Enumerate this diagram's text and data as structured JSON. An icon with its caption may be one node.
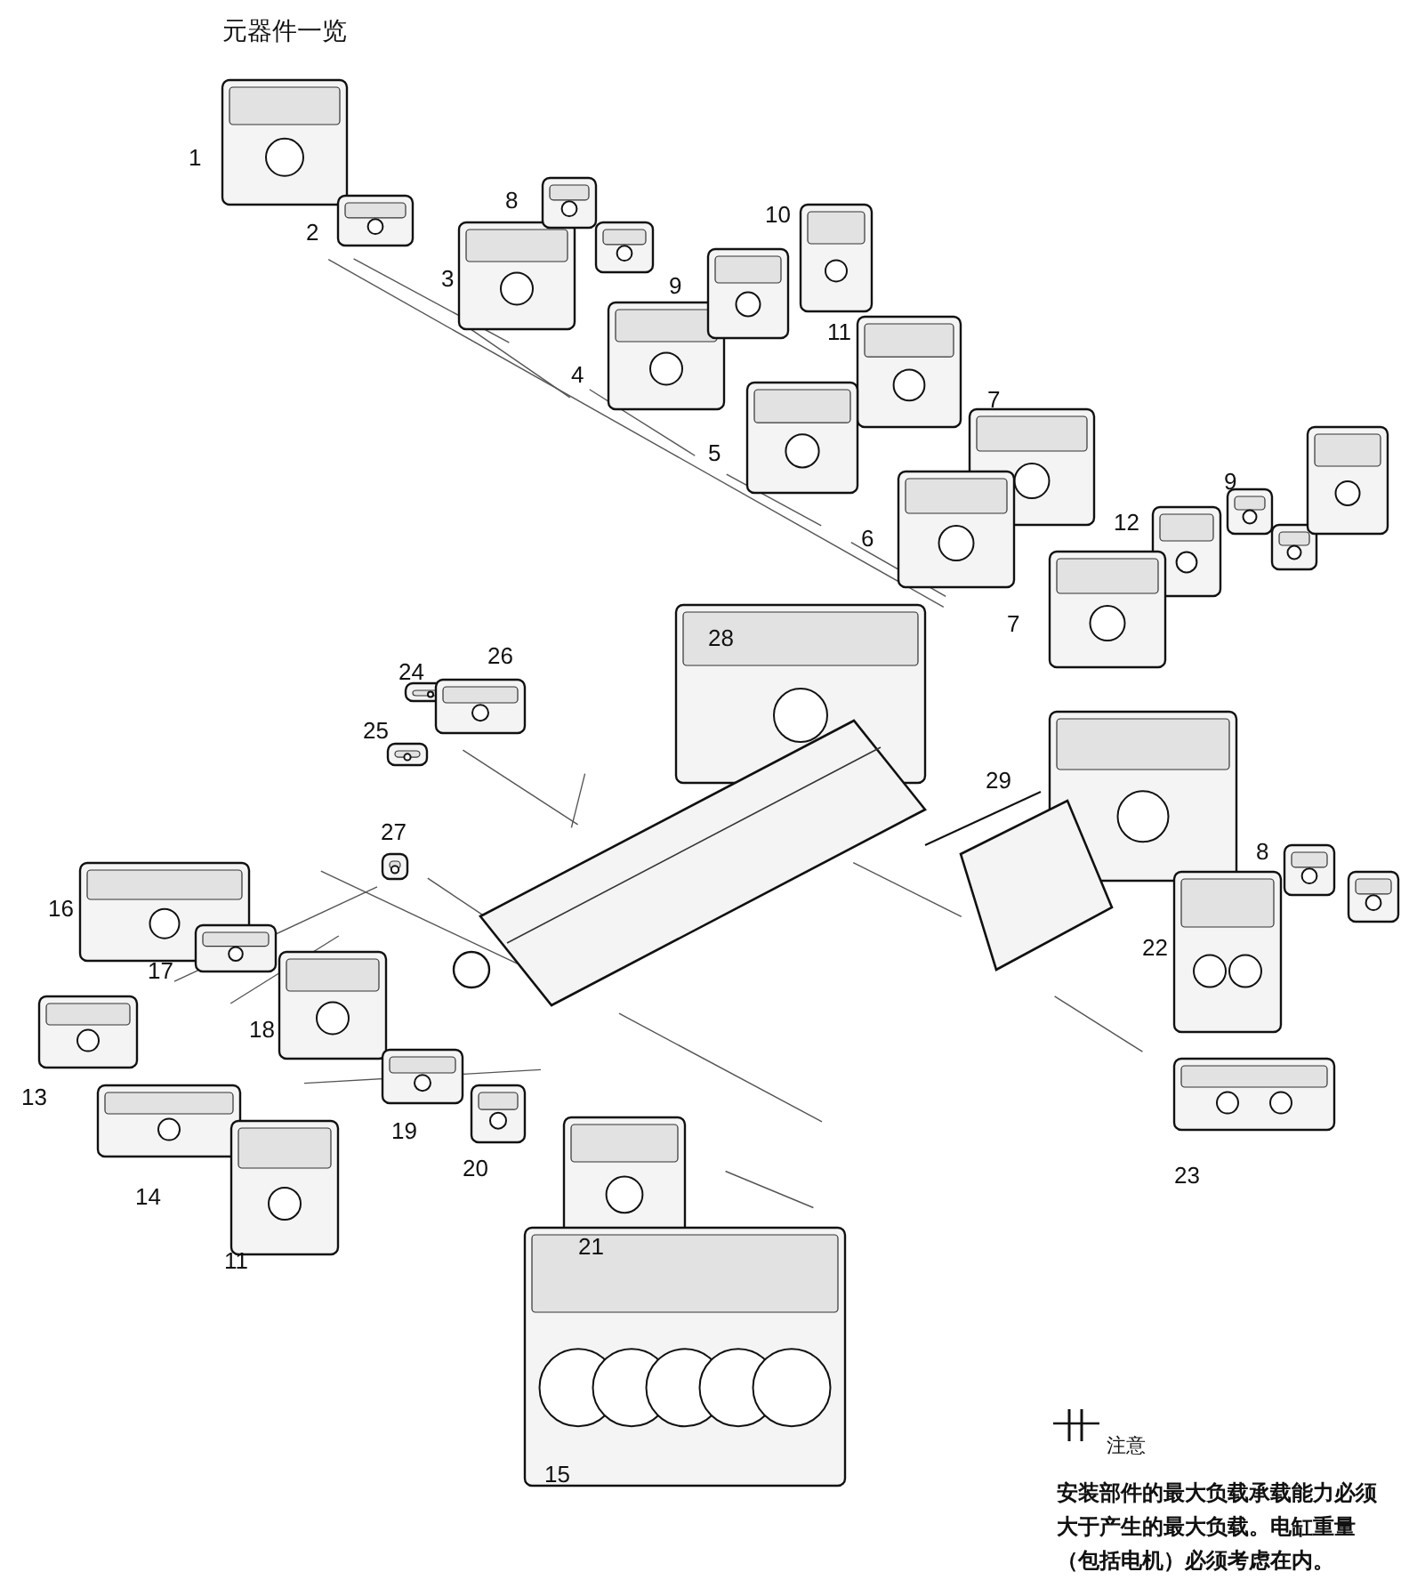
{
  "diagram": {
    "title": "元器件一览",
    "labels": [
      "1",
      "10",
      "8",
      "2",
      "9",
      "3",
      "11",
      "4",
      "7",
      "5",
      "9",
      "6",
      "12",
      "7",
      "28",
      "26",
      "24",
      "25",
      "29",
      "27",
      "8",
      "16",
      "22",
      "17",
      "18",
      "13",
      "19",
      "20",
      "23",
      "14",
      "21",
      "11",
      "15",
      "注意",
      "安装部件的最大负载承载能力必须大于产生的最大负载。电缸重量（包括电机）必须考虑在内。"
    ]
  }
}
